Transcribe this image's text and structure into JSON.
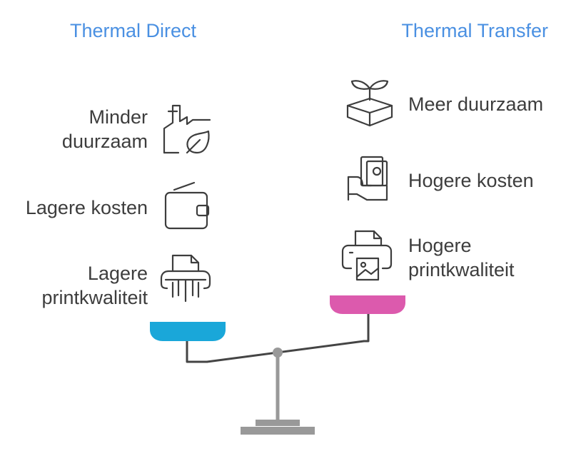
{
  "left": {
    "title": "Thermal Direct",
    "color": "#1aa7d9",
    "items": [
      {
        "line1": "Minder",
        "line2": "duurzaam",
        "icon": "factory-leaf-icon"
      },
      {
        "line1": "Lagere kosten",
        "line2": "",
        "icon": "wallet-icon"
      },
      {
        "line1": "Lagere",
        "line2": "printkwaliteit",
        "icon": "shredder-icon"
      }
    ]
  },
  "right": {
    "title": "Thermal Transfer",
    "color": "#dc5aad",
    "items": [
      {
        "line1": "Meer duurzaam",
        "line2": "",
        "icon": "box-sprout-icon"
      },
      {
        "line1": "Hogere kosten",
        "line2": "",
        "icon": "hand-money-icon"
      },
      {
        "line1": "Hogere",
        "line2": "printkwaliteit",
        "icon": "photo-printer-icon"
      }
    ]
  },
  "scale": {
    "beam_color": "#444444",
    "base_color": "#999999"
  }
}
